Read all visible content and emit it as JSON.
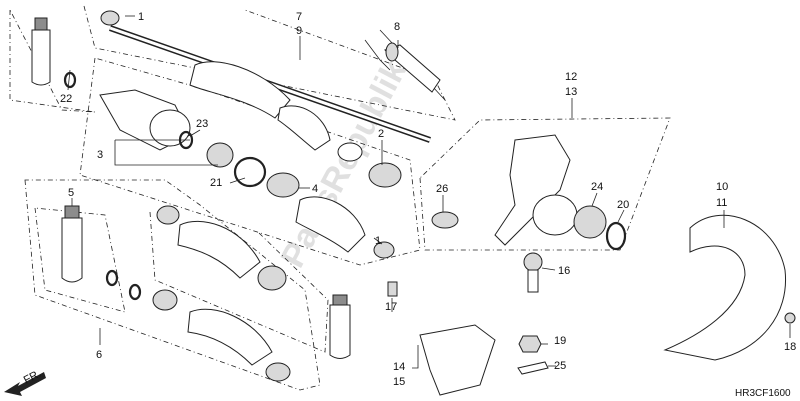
{
  "diagram": {
    "callouts": {
      "c1_top": "1",
      "c1_bottom": "1",
      "c2": "2",
      "c3": "3",
      "c4": "4",
      "c5": "5",
      "c6": "6",
      "c7": "7",
      "c8": "8",
      "c9": "9",
      "c10": "10",
      "c11": "11",
      "c12": "12",
      "c13": "13",
      "c14": "14",
      "c15": "15",
      "c16": "16",
      "c17": "17",
      "c18": "18",
      "c19": "19",
      "c20": "20",
      "c21": "21",
      "c22": "22",
      "c23": "23",
      "c24": "24",
      "c25": "25",
      "c26": "26"
    },
    "direction_label": "FR.",
    "diagram_code": "HR3CF1600",
    "watermark": "PartsRepublik"
  },
  "colors": {
    "line": "#222222",
    "shade": "#d9d9d9",
    "watermark": "#c8c8c8"
  },
  "icons": {
    "direction_arrow": "front-direction-arrow-icon"
  }
}
